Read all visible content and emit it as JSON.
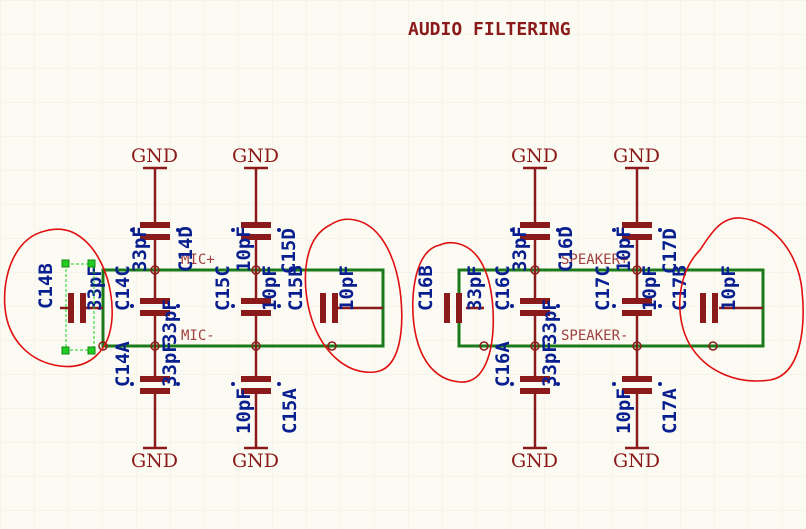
{
  "title": "AUDIO FILTERING",
  "gnd_label": "GND",
  "nets": {
    "mic_plus": "MIC+",
    "mic_minus": "MIC-",
    "speaker_plus": "SPEAKER+",
    "speaker_minus": "SPEAKER-"
  },
  "components": [
    {
      "ref": "C14A",
      "value": "33pF"
    },
    {
      "ref": "C14B",
      "value": "33pF"
    },
    {
      "ref": "C14C",
      "value": "33pF"
    },
    {
      "ref": "C14D",
      "value": "33pF"
    },
    {
      "ref": "C15A",
      "value": "10pF"
    },
    {
      "ref": "C15B",
      "value": "10pF"
    },
    {
      "ref": "C15C",
      "value": "10pF"
    },
    {
      "ref": "C15D",
      "value": "10pF"
    },
    {
      "ref": "C16A",
      "value": "33pF"
    },
    {
      "ref": "C16B",
      "value": "33pF"
    },
    {
      "ref": "C16C",
      "value": "33pF"
    },
    {
      "ref": "C16D",
      "value": "33pF"
    },
    {
      "ref": "C17A",
      "value": "10pF"
    },
    {
      "ref": "C17B",
      "value": "10pF"
    },
    {
      "ref": "C17C",
      "value": "10pF"
    },
    {
      "ref": "C17D",
      "value": "10pF"
    }
  ],
  "colors": {
    "wire": "#1a7a1a",
    "component": "#8b1a1a",
    "text": "#0a1f8f",
    "markup": "#e01010",
    "selection": "#22cc22"
  }
}
